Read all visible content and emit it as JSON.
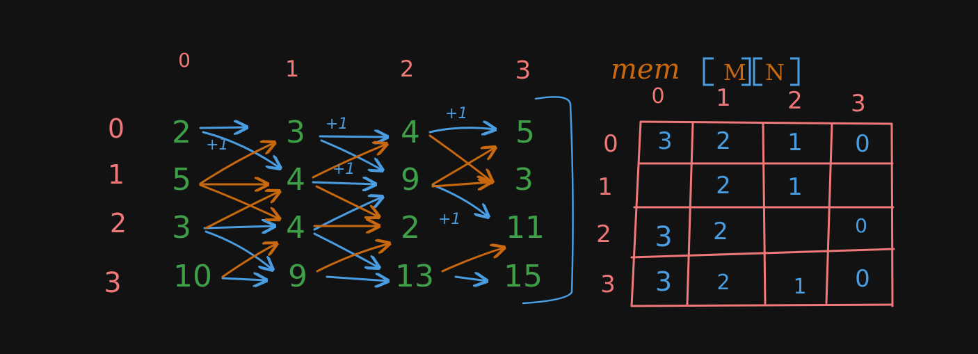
{
  "grid": {
    "col_labels": [
      "0",
      "1",
      "2",
      "3"
    ],
    "row_labels": [
      "0",
      "1",
      "2",
      "3"
    ],
    "cells": [
      [
        "2",
        "3",
        "4",
        "5"
      ],
      [
        "5",
        "4",
        "9",
        "3"
      ],
      [
        "3",
        "4",
        "2",
        "11"
      ],
      [
        "10",
        "9",
        "13",
        "15"
      ]
    ],
    "plus_one_label": "+1"
  },
  "memo": {
    "name": "mem",
    "dim1": "M",
    "dim2": "N",
    "col_labels": [
      "0",
      "1",
      "2",
      "3"
    ],
    "row_labels": [
      "0",
      "1",
      "2",
      "3"
    ],
    "cells": [
      [
        "3",
        "2",
        "1",
        "0"
      ],
      [
        "",
        "2",
        "1",
        ""
      ],
      [
        "3",
        "2",
        "",
        "0"
      ],
      [
        "3",
        "2",
        "1",
        "0"
      ]
    ]
  },
  "colors": {
    "background": "#121212",
    "grid_numbers": "#3f9e48",
    "index_labels": "#f07878",
    "blue_arrows": "#4a9de0",
    "orange_arrows": "#c8680f",
    "memo_table_lines": "#f07878"
  }
}
